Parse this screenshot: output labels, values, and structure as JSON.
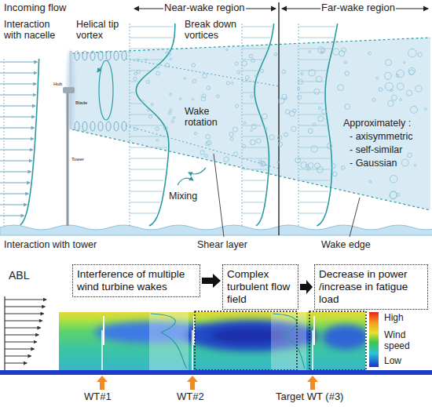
{
  "diagram": {
    "nodes": [
      {
        "text": [
          "Interference of multiple wind turbine wakes"
        ]
      },
      {
        "text": [
          "Complex turbulent flow field"
        ]
      },
      {
        "text": [
          "Decrease in power /increase in fatigue load"
        ]
      }
    ],
    "edges": [
      {
        "from": 0,
        "to": 1,
        "arrow": "to"
      },
      {
        "from": 1,
        "to": 2,
        "arrow": "to"
      }
    ],
    "labels": [
      "Incoming flow",
      "Near-wake region",
      "Far-wake region",
      "Interaction with nacelle",
      "Helical tip vortex",
      "Break down vortices",
      "Wake rotation",
      "Approximately :",
      "- axisymmetric",
      "- self-similar",
      "- Gaussian",
      "Mixing",
      "Interaction with tower",
      "Shear layer",
      "Wake edge",
      "Hub",
      "Blade",
      "Tower",
      "ABL",
      "High",
      "Wind speed",
      "Low",
      "WT#1",
      "WT#2",
      "Target WT (#3)"
    ]
  }
}
